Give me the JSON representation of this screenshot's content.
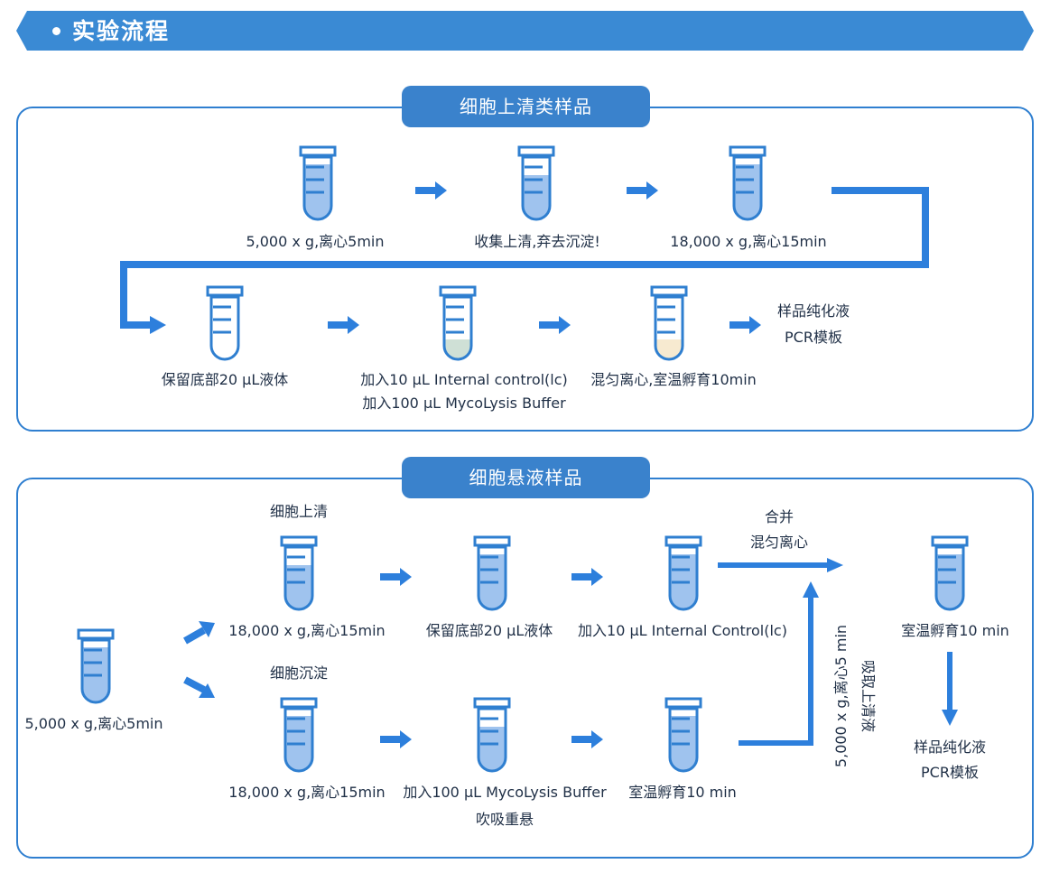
{
  "header": {
    "title": "实验流程"
  },
  "section_supernatant": {
    "title": "细胞上清类样品",
    "steps": [
      "5,000 x g,离心5min",
      "收集上清,弃去沉淀!",
      "18,000 x g,离心15min",
      "保留底部20 μL液体",
      "加入10 μL Internal control(lc)",
      "加入100 μL MycoLysis Buffer",
      "混匀离心,室温孵育10min"
    ],
    "result": [
      "样品纯化液",
      "PCR模板"
    ]
  },
  "section_suspension": {
    "title": "细胞悬液样品",
    "start_step": "5,000 x g,离心5min",
    "top_branch_title": "细胞上清",
    "top_steps": [
      "18,000 x g,离心15min",
      "保留底部20 μL液体",
      "加入10 μL Internal Control(lc)"
    ],
    "bottom_branch_title": "细胞沉淀",
    "bottom_steps": [
      "18,000 x g,离心15min",
      "加入100 μL MycoLysis Buffer",
      "吹吸重悬",
      "室温孵育10 min"
    ],
    "merge_labels": [
      "合并",
      "混匀离心"
    ],
    "vertical_labels": [
      "5,000 x g,离心5 min",
      "吸取上清液"
    ],
    "final_step": "室温孵育10 min",
    "result": [
      "样品纯化液",
      "PCR模板"
    ]
  },
  "colors": {
    "accent": "#2f7fd0",
    "pill": "#3a82cc",
    "tube_fill": "#9fc3ee",
    "tube_outline": "#2f7fd0",
    "arrow": "#2d7fdc"
  }
}
